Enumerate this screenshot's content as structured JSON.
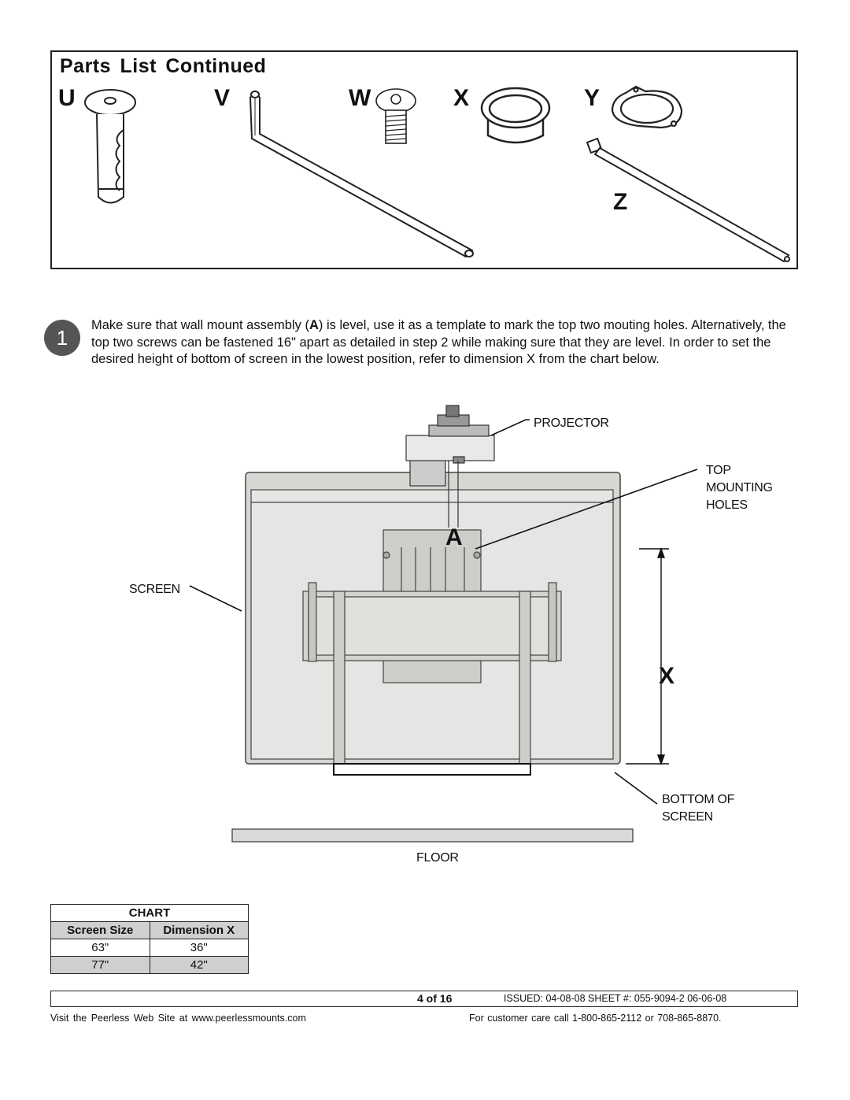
{
  "parts": {
    "title": "Parts List Continued",
    "letters": [
      "U",
      "V",
      "W",
      "X",
      "Y",
      "Z"
    ]
  },
  "step": {
    "number": "1",
    "text_before": "Make sure that wall mount assembly (",
    "bold_letter": "A",
    "text_after": ") is level, use it as a template to mark the top two mouting holes. Alternatively, the top two screws can be fastened 16\" apart as detailed in step 2 while making sure that they are level. In order to set the desired height of bottom of screen in the lowest position, refer to dimension X from the chart below."
  },
  "diagram": {
    "projector_label": "PROJECTOR",
    "top_holes_label_1": "TOP",
    "top_holes_label_2": "MOUNTING",
    "top_holes_label_3": "HOLES",
    "screen_label": "SCREEN",
    "bottom_label_1": "BOTTOM OF",
    "bottom_label_2": "SCREEN",
    "floor_label": "FLOOR",
    "assembly_letter": "A",
    "dimension_letter": "X"
  },
  "chart": {
    "title": "CHART",
    "headers": [
      "Screen Size",
      "Dimension X"
    ],
    "rows": [
      [
        "63\"",
        "36\""
      ],
      [
        "77\"",
        "42\""
      ]
    ]
  },
  "footer": {
    "page": "4 of 16",
    "issued": "ISSUED: 04-08-08 SHEET #: 055-9094-2 06-06-08",
    "visit": "Visit the Peerless Web Site at www.peerlessmounts.com",
    "care": "For customer care call 1-800-865-2112 or 708-865-8870."
  }
}
